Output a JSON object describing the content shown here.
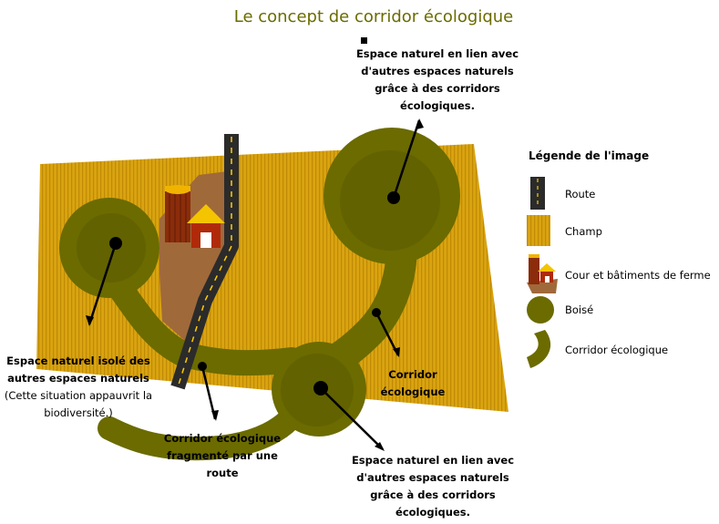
{
  "title": "Le concept de corridor écologique",
  "labels": {
    "isolated_bold": "Espace naturel isolé des autres espaces naturels",
    "isolated_note": "(Cette situation appauvrit la biodiversité.)",
    "connected_top": "Espace naturel en lien avec d'autres espaces naturels grâce à des corridors écologiques.",
    "connected_bottom": "Espace naturel en lien avec d'autres espaces naturels grâce à des corridors écologiques.",
    "corridor": "Corridor écologique",
    "fragmented": "Corridor écologique fragmenté par une route"
  },
  "legend": {
    "title": "Légende de l'image",
    "items": [
      {
        "label": "Route",
        "icon": "road-icon"
      },
      {
        "label": "Champ",
        "icon": "field-icon"
      },
      {
        "label": "Cour et bâtiments de ferme",
        "icon": "farm-icon"
      },
      {
        "label": "Boisé",
        "icon": "woodland-icon"
      },
      {
        "label": "Corridor écologique",
        "icon": "corridor-icon"
      }
    ]
  },
  "colors": {
    "field": "#d9a410",
    "field_stripe": "#c08a05",
    "woodland": "#6b6b00",
    "woodland_inner": "#5e5e00",
    "road": "#2b2b2b",
    "farm_ground": "#a0693a",
    "title": "#6b6b00"
  }
}
